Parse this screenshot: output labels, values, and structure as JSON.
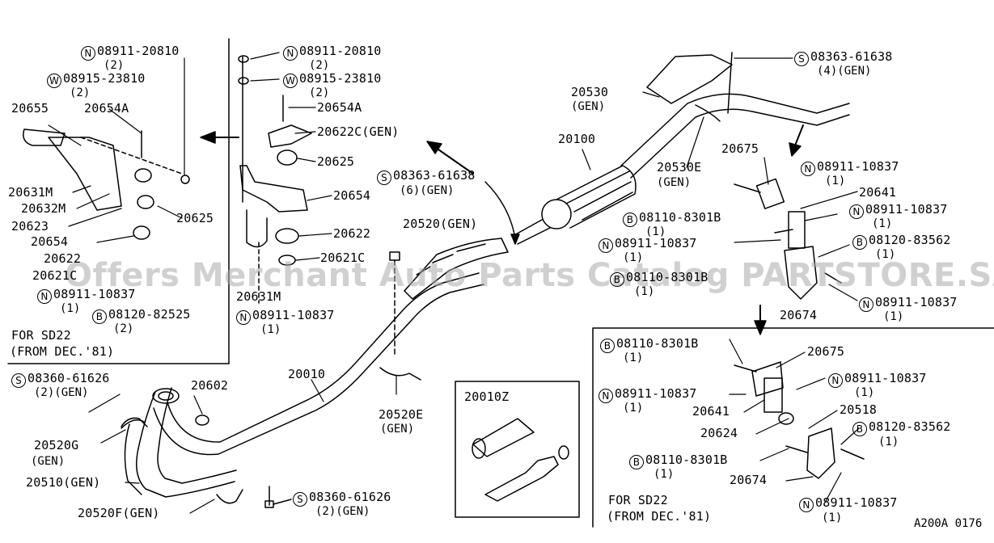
{
  "watermark": "Offers Merchant Auto Parts Catalog PARTSTORE.SA",
  "reference_code": "A200A 0176",
  "labels": {
    "top_left_n_part": "08911-20810",
    "top_left_n_qty": "(2)",
    "top_left_w_part": "08915-23810",
    "top_left_w_qty": "(2)",
    "p20655": "20655",
    "p20654a_left": "20654A",
    "p20631m_left": "20631M",
    "p20632m": "20632M",
    "p20623": "20623",
    "p20625_left": "20625",
    "p20654_left": "20654",
    "p20622_left": "20622",
    "p20621c_left": "20621C",
    "left_n_part": "08911-10837",
    "left_n_qty": "(1)",
    "left_b_part": "08120-82525",
    "left_b_qty": "(2)",
    "left_note_1": "FOR SD22",
    "left_note_2": "(FROM DEC.'81)",
    "mid_n_part": "08911-20810",
    "mid_n_qty": "(2)",
    "mid_w_part": "08915-23810",
    "mid_w_qty": "(2)",
    "p20654a_mid": "20654A",
    "p20622c": "20622C(GEN)",
    "p20625_mid": "20625",
    "p20654_mid": "20654",
    "p20622_mid": "20622",
    "p20621c_mid": "20621C",
    "p20631m_mid": "20631M",
    "mid_n2_part": "08911-10837",
    "mid_n2_qty": "(1)",
    "mid_s_part": "08363-61638",
    "mid_s_qty": "(6)(GEN)",
    "p20520": "20520(GEN)",
    "p20530": "20530",
    "p20530_gen": "(GEN)",
    "p20100": "20100",
    "p20530e": "20530E",
    "p20530e_gen": "(GEN)",
    "top_s_part": "08363-61638",
    "top_s_qty": "(4)(GEN)",
    "p20675_top": "20675",
    "r_n1_part": "08911-10837",
    "r_n1_qty": "(1)",
    "p20641_top": "20641",
    "r_b1_part": "08110-8301B",
    "r_b1_qty": "(1)",
    "r_n2_part": "08911-10837",
    "r_n2_qty": "(1)",
    "r_n3_part": "08911-10837",
    "r_n3_qty": "(1)",
    "r_b2_part": "08120-83562",
    "r_b2_qty": "(1)",
    "r_b3_part": "08110-8301B",
    "r_b3_qty": "(1)",
    "p20674_top": "20674",
    "r_n4_part": "08911-10837",
    "r_n4_qty": "(1)",
    "p20010": "20010",
    "bl_s_part": "08360-61626",
    "bl_s_qty": "(2)(GEN)",
    "p20602": "20602",
    "p20520g": "20520G",
    "p20520g_gen": "(GEN)",
    "p20510": "20510(GEN)",
    "p20520f": "20520F(GEN)",
    "bot_s_part": "08360-61626",
    "bot_s_qty": "(2)(GEN)",
    "p20520e": "20520E",
    "p20520e_gen": "(GEN)",
    "kit_title": "20010Z",
    "br_b1_part": "08110-8301B",
    "br_b1_qty": "(1)",
    "p20675_bot": "20675",
    "br_n1_part": "08911-10837",
    "br_n1_qty": "(1)",
    "br_n2_part": "08911-10837",
    "br_n2_qty": "(1)",
    "p20641_bot": "20641",
    "p20518": "20518",
    "br_b2_part": "08120-83562",
    "br_b2_qty": "(1)",
    "p20624": "20624",
    "br_b3_part": "08110-8301B",
    "br_b3_qty": "(1)",
    "p20674_bot": "20674",
    "br_n3_part": "08911-10837",
    "br_n3_qty": "(1)",
    "br_note_1": "FOR SD22",
    "br_note_2": "(FROM DEC.'81)"
  },
  "prefix": {
    "N": "N",
    "W": "W",
    "S": "S",
    "B": "B"
  }
}
